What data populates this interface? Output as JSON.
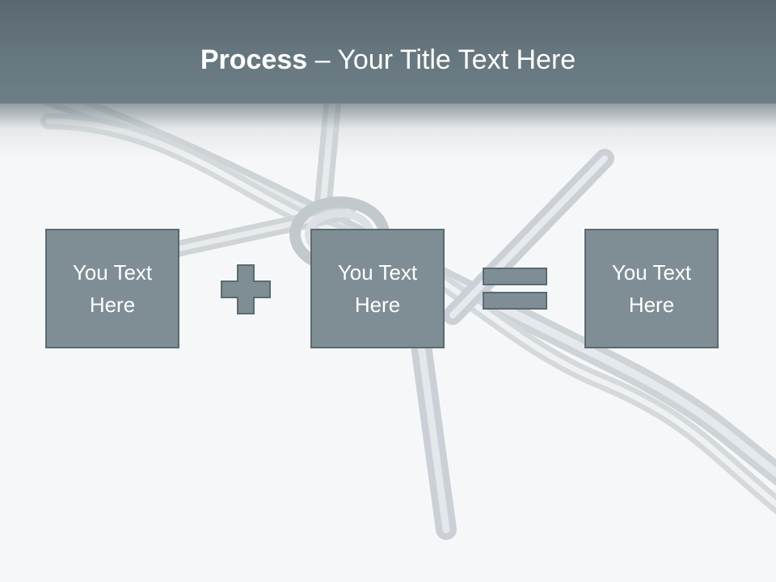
{
  "title": {
    "bold": "Process",
    "dash": " – ",
    "rest": "Your Title Text Here"
  },
  "boxes": [
    {
      "text": "You Text Here"
    },
    {
      "text": "You Text Here"
    },
    {
      "text": "You Text Here"
    }
  ],
  "operators": {
    "first": "plus-icon",
    "second": "equals-icon"
  },
  "colors": {
    "title_bar": "#66767e",
    "box_fill": "#7f8e95",
    "box_border": "#5b6a72",
    "background": "#f6f7f8"
  }
}
